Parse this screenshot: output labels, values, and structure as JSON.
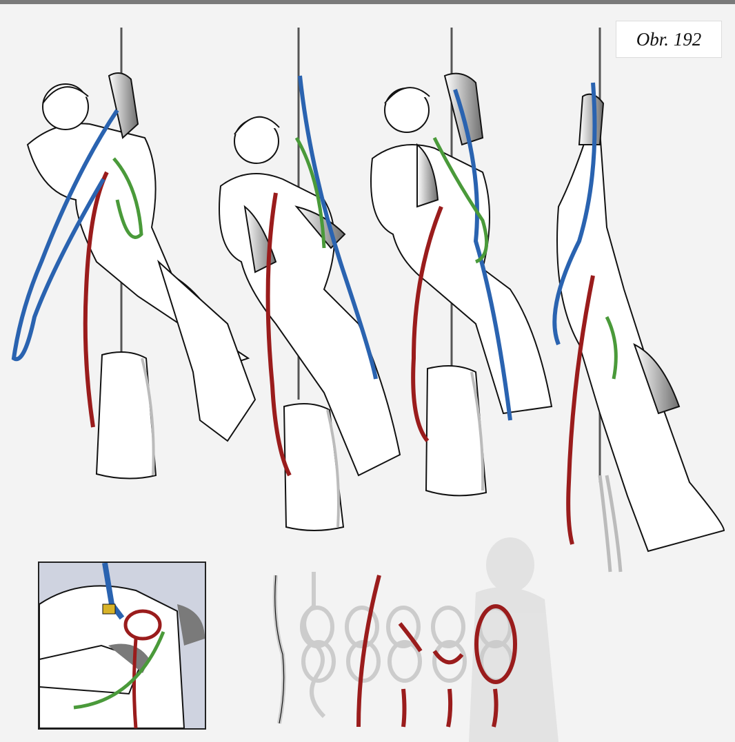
{
  "figure_label": "Obr. 192",
  "colors": {
    "rope_red": "#9a1c1c",
    "sling_blue": "#2a63b0",
    "sling_green": "#4a9a3a",
    "glove_gray": "#7a7a7a",
    "outline": "#111111",
    "bag": "#ffffff",
    "inset_bg": "#cfd3e0"
  },
  "panels": [
    {
      "name": "climber-1"
    },
    {
      "name": "climber-2"
    },
    {
      "name": "climber-3"
    },
    {
      "name": "climber-4"
    }
  ],
  "knot_sequence_steps": 6
}
